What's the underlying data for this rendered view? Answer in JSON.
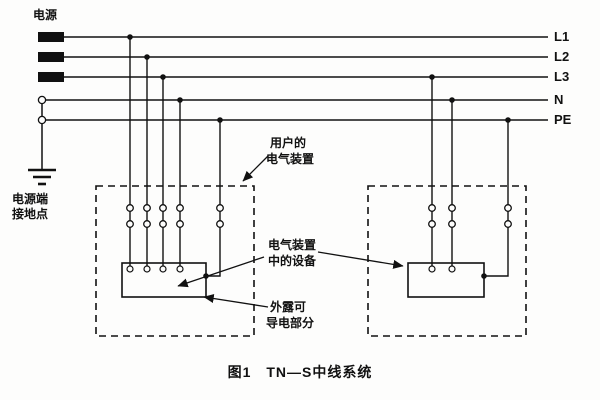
{
  "caption": "图1　TN—S中线系统",
  "source_label": "电源",
  "ground_label": {
    "line1": "电源端",
    "line2": "接地点"
  },
  "conductors": {
    "l1": "L1",
    "l2": "L2",
    "l3": "L3",
    "n": "N",
    "pe": "PE"
  },
  "annotations": {
    "user_installation": {
      "line1": "用户的",
      "line2": "电气装置"
    },
    "equipment": {
      "line1": "电气装置",
      "line2": "中的设备"
    },
    "exposed_parts": {
      "line1": "外露可",
      "line2": "导电部分"
    }
  },
  "colors": {
    "ink": "#111111",
    "background": "#fdfdfc"
  }
}
